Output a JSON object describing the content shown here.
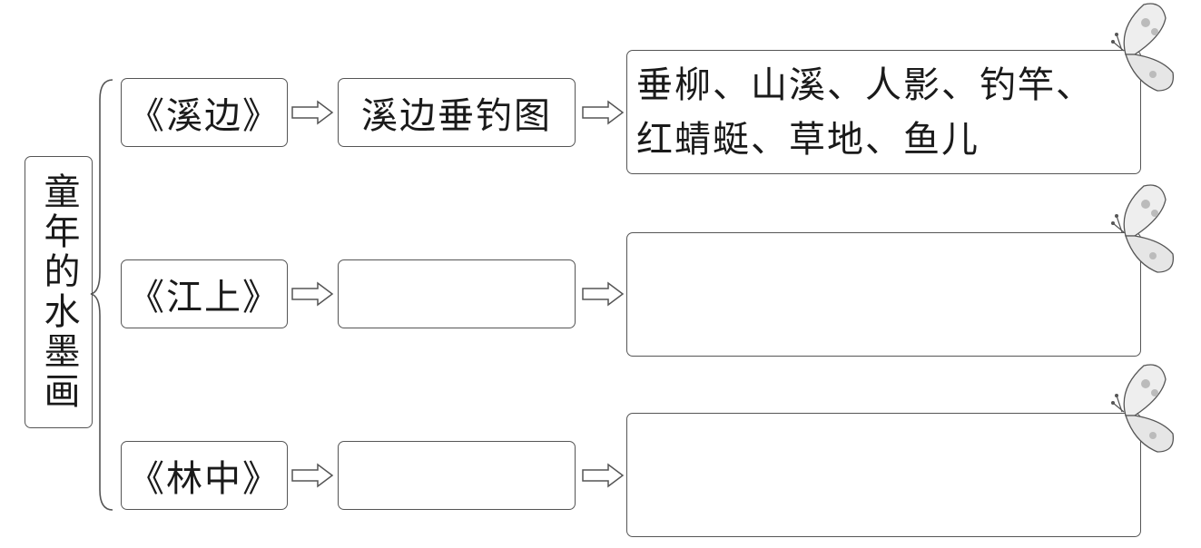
{
  "root": {
    "label": "童年的水墨画"
  },
  "rows": [
    {
      "poem": "《溪边》",
      "scene": "溪边垂钓图",
      "elements": "垂柳、山溪、人影、钓竿、\n红蜻蜓、草地、鱼儿"
    },
    {
      "poem": "《江上》",
      "scene": "",
      "elements": ""
    },
    {
      "poem": "《林中》",
      "scene": "",
      "elements": ""
    }
  ],
  "icons": {
    "arrow": "hollow-arrow-icon",
    "decoration": "butterfly-icon",
    "brace": "curly-brace"
  }
}
